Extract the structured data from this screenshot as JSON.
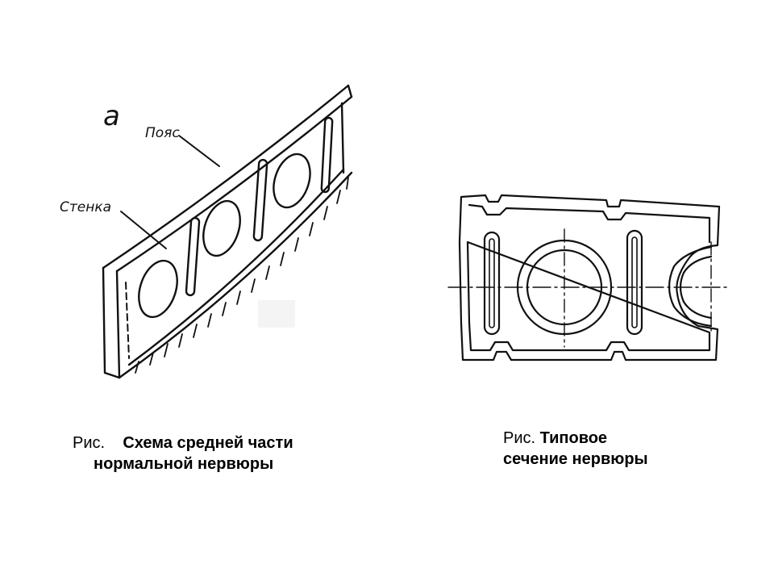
{
  "figure_left": {
    "letter": "a",
    "label_belt": "Пояс",
    "label_web": "Стенка"
  },
  "caption_left": {
    "prefix": "Рис.",
    "line1": "Схема средней части",
    "line2": "нормальной нервюры"
  },
  "caption_right": {
    "prefix": "Рис.",
    "line1": "Типовое",
    "line2": "сечение нервюры"
  }
}
